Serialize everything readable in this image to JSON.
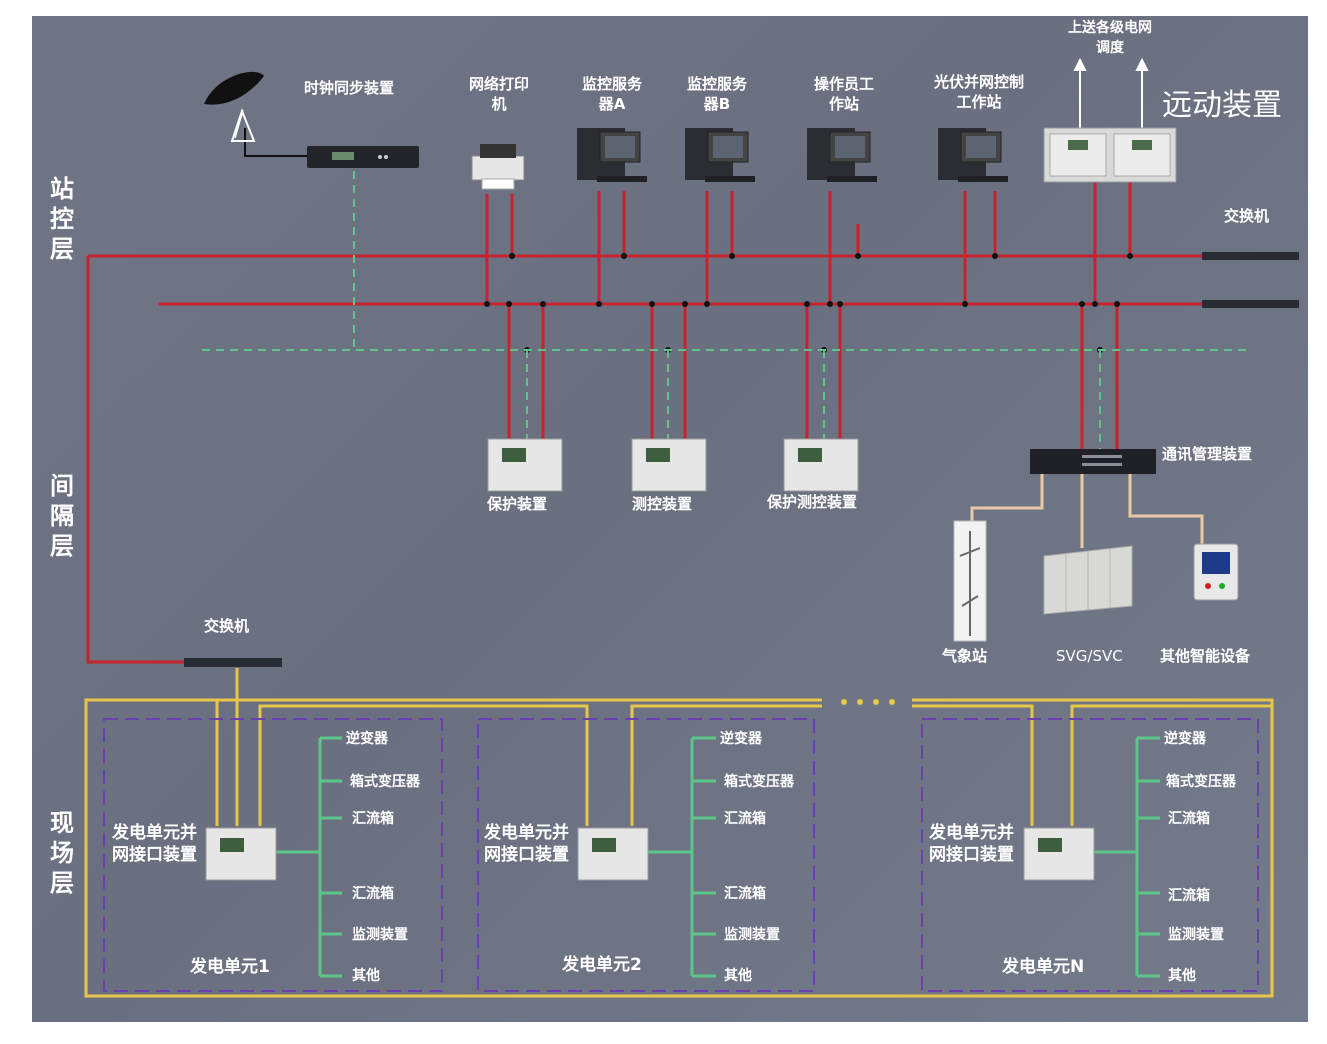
{
  "layers": {
    "station": "站控层",
    "bay": "间隔层",
    "field": "现场层"
  },
  "top_devices": {
    "clock_sync": "时钟同步装置",
    "network_printer": "网络打印机",
    "monitor_server_a": "监控服务器A",
    "monitor_server_b": "监控服务器B",
    "operator_workstation": "操作员工作站",
    "pv_grid_control_workstation": "光伏并网控制工作站",
    "upload_dispatch": "上送各级电网调度",
    "telecontrol": "远动装置",
    "switch": "交换机"
  },
  "bay_devices": {
    "protection": "保护装置",
    "measure_control": "测控装置",
    "protection_measure_control": "保护测控装置",
    "comm_manager": "通讯管理装置",
    "weather_station": "气象站",
    "svg_svc": "SVG/SVC",
    "other_smart": "其他智能设备"
  },
  "field_switch": "交换机",
  "ellipsis": "• • • •",
  "units": [
    {
      "title": "发电单元并网接口装置",
      "name": "发电单元1",
      "items": [
        "逆变器",
        "箱式变压器",
        "汇流箱",
        "汇流箱",
        "监测装置",
        "其他"
      ]
    },
    {
      "title": "发电单元并网接口装置",
      "name": "发电单元2",
      "items": [
        "逆变器",
        "箱式变压器",
        "汇流箱",
        "汇流箱",
        "监测装置",
        "其他"
      ]
    },
    {
      "title": "发电单元并网接口装置",
      "name": "发电单元N",
      "items": [
        "逆变器",
        "箱式变压器",
        "汇流箱",
        "汇流箱",
        "监测装置",
        "其他"
      ]
    }
  ],
  "colors": {
    "red_bus": "#c8232c",
    "green_sync": "#5cc58a",
    "yellow_ring": "#e8c64a",
    "purple_box": "#6a3fb0"
  }
}
